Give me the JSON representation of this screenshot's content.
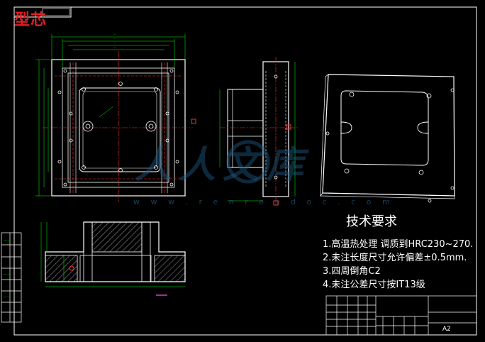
{
  "header": {
    "title": "型芯"
  },
  "watermark": {
    "brand": "人人文库",
    "url": "w w w . r e n r e n d o c . c o m"
  },
  "technical_requirements": {
    "title": "技术要求",
    "items": [
      "1.高温热处理   调质到HRC230~270.",
      "2.未注长度尺寸允许偏差±0.5mm.",
      "3.四周倒角C2",
      "4.未注公差尺寸按IT13级"
    ]
  },
  "title_block": {
    "sheet_size": "A2"
  },
  "colors": {
    "lines": "#ffffff",
    "dims": "#00ff00",
    "center": "#ff3030",
    "hatch": "#ffffff",
    "watermark": "#1d5c88",
    "title": "#e02020"
  }
}
